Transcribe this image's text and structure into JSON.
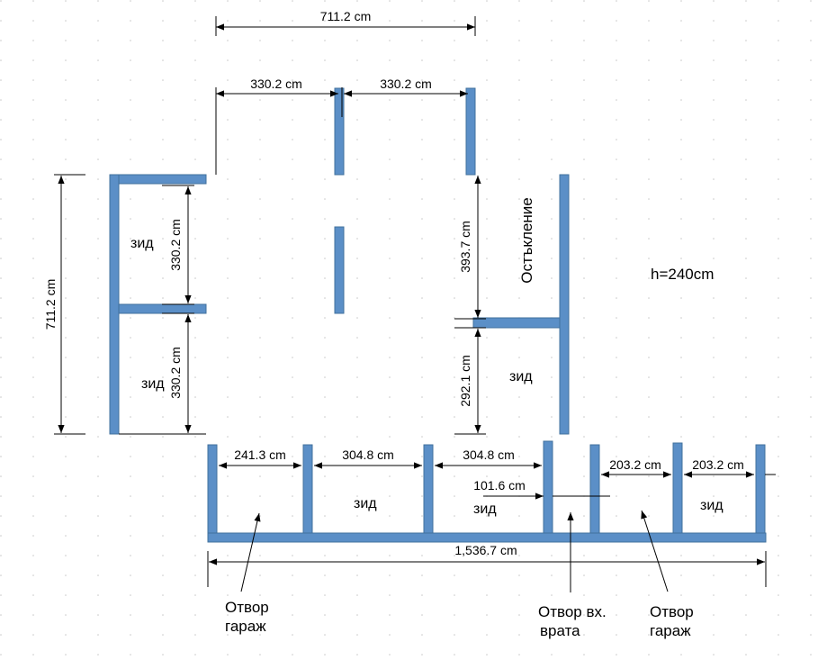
{
  "colors": {
    "wall_fill": "#5b8fc7",
    "wall_stroke": "#41719c",
    "line": "#000000",
    "grid_dot": "#c8c8c8",
    "background": "#ffffff"
  },
  "dimensions": {
    "top_total": "711.2 cm",
    "top_left": "330.2 cm",
    "top_right": "330.2 cm",
    "left_total": "711.2 cm",
    "left_upper": "330.2 cm",
    "left_lower": "330.2 cm",
    "center_upper": "393.7 cm",
    "center_lower": "292.1 cm",
    "bottom_1": "241.3 cm",
    "bottom_2": "304.8 cm",
    "bottom_3": "304.8 cm",
    "bottom_4": "101.6 cm",
    "bottom_5": "203.2 cm",
    "bottom_6": "203.2 cm",
    "bottom_total": "1,536.7 cm"
  },
  "labels": {
    "wall_upper_left": "зид",
    "wall_lower_left": "зид",
    "wall_right": "зид",
    "wall_bottom_a": "зид",
    "wall_bottom_b": "зид",
    "wall_bottom_c": "зид",
    "glazing": "Остъкление",
    "height": "h=240cm",
    "garage_opening_left_line1": "Отвор",
    "garage_opening_left_line2": "гараж",
    "gate_opening_line1": "Отвор вх.",
    "gate_opening_line2": "врата",
    "garage_opening_right_line1": "Отвор",
    "garage_opening_right_line2": "гараж"
  }
}
